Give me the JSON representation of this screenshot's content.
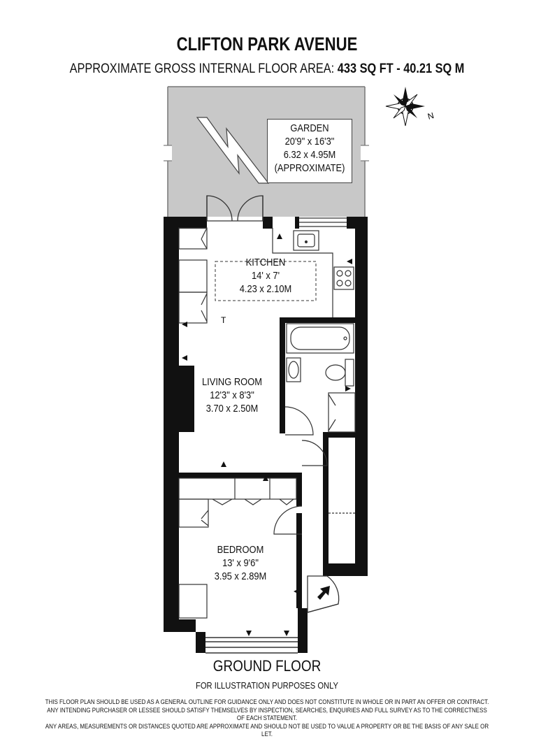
{
  "header": {
    "title": "CLIFTON PARK AVENUE",
    "area_prefix": "APPROXIMATE GROSS INTERNAL FLOOR AREA:",
    "area_value": "433 SQ FT  -  40.21 SQ M"
  },
  "compass": {
    "label": "N",
    "icon": "compass-rose-icon"
  },
  "rooms": {
    "garden": {
      "name": "GARDEN",
      "imperial": "20'9\" x 16'3\"",
      "metric": "6.32 x 4.95M",
      "note": "(APPROXIMATE)"
    },
    "kitchen": {
      "name": "KITCHEN",
      "imperial": "14' x 7'",
      "metric": "4.23 x 2.10M"
    },
    "living_room": {
      "name": "LIVING ROOM",
      "imperial": "12'3\" x 8'3\"",
      "metric": "3.70 x 2.50M"
    },
    "bedroom": {
      "name": "BEDROOM",
      "imperial": "13' x 9'6\"",
      "metric": "3.95 x 2.89M"
    }
  },
  "floor_label": "GROUND FLOOR",
  "illustration_note": "FOR ILLUSTRATION PURPOSES ONLY",
  "disclaimer": [
    "THIS FLOOR PLAN SHOULD BE USED AS A GENERAL OUTLINE FOR GUIDANCE ONLY AND DOES NOT CONSTITUTE IN WHOLE OR IN PART AN OFFER OR CONTRACT.",
    "ANY INTENDING PURCHASER OR LESSEE SHOULD SATISFY THEMSELVES BY INSPECTION, SEARCHES, ENQUIRIES AND FULL SURVEY AS TO THE CORRECTNESS OF EACH STATEMENT.",
    "ANY AREAS, MEASUREMENTS OR DISTANCES QUOTED ARE APPROXIMATE AND SHOULD NOT BE USED TO VALUE A PROPERTY OR BE THE BASIS OF ANY SALE OR LET."
  ],
  "colors": {
    "wall": "#111111",
    "garden_fill": "#c8c8c8",
    "fixture_stroke": "#333333"
  }
}
